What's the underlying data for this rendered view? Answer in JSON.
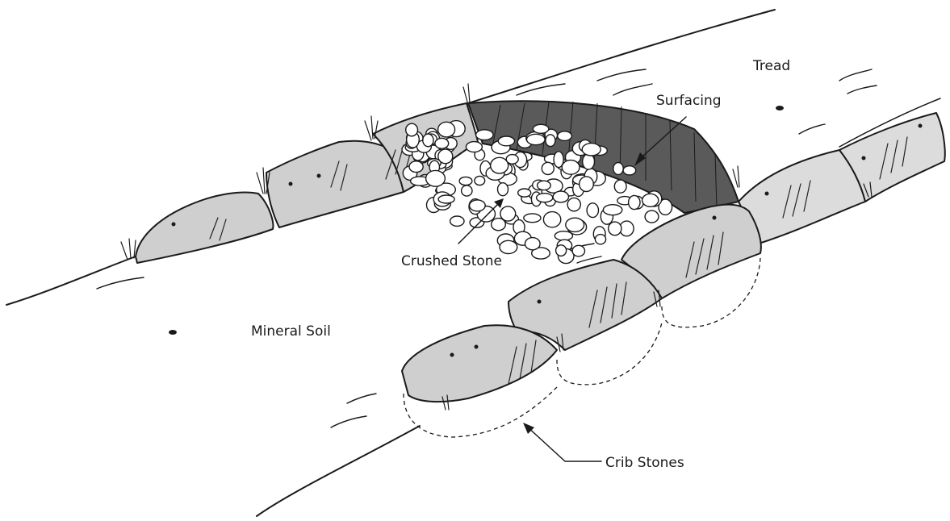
{
  "diagram": {
    "labels": {
      "tread": "Tread",
      "surfacing": "Surfacing",
      "crushed_stone": "Crushed Stone",
      "mineral_soil": "Mineral Soil",
      "crib_stones": "Crib Stones"
    },
    "colors": {
      "ink": "#1a1a1a",
      "crib_stone_fill": "#cfcfcf",
      "surfacing_fill": "#5a5a5a",
      "crushed_stone_fill": "#ffffff",
      "background": "#ffffff"
    }
  }
}
